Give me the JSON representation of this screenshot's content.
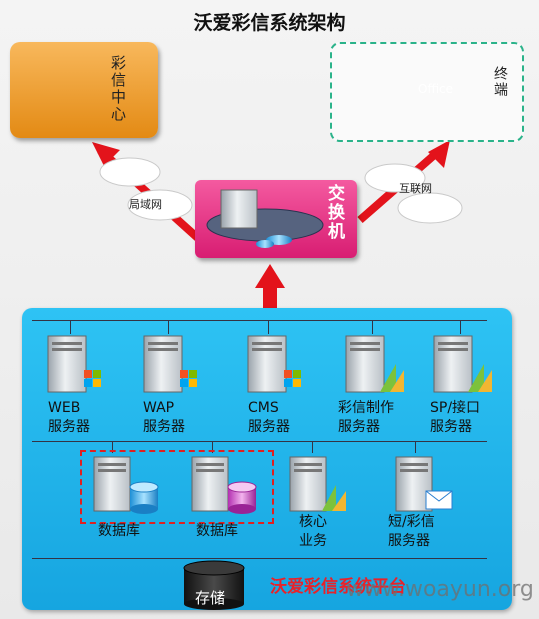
{
  "title": "沃爱彩信系统架构",
  "mms_center": "彩信中心",
  "terminal": "终端",
  "office_screen": "Office",
  "switch": "交换机",
  "lan": "局域网",
  "internet": "互联网",
  "servers": [
    {
      "line1": "WEB",
      "line2": "服务器"
    },
    {
      "line1": "WAP",
      "line2": "服务器"
    },
    {
      "line1": "CMS",
      "line2": "服务器"
    },
    {
      "line1": "彩信制作",
      "line2": "服务器"
    },
    {
      "line1": "SP/接口",
      "line2": "服务器"
    }
  ],
  "db1": "数据库",
  "db2": "数据库",
  "core": {
    "line1": "核心",
    "line2": "业务"
  },
  "sms": {
    "line1": "短/彩信",
    "line2": "服务器"
  },
  "storage": "存储",
  "platform": "沃爱彩信系统平台",
  "watermark": "www.woayun.org"
}
